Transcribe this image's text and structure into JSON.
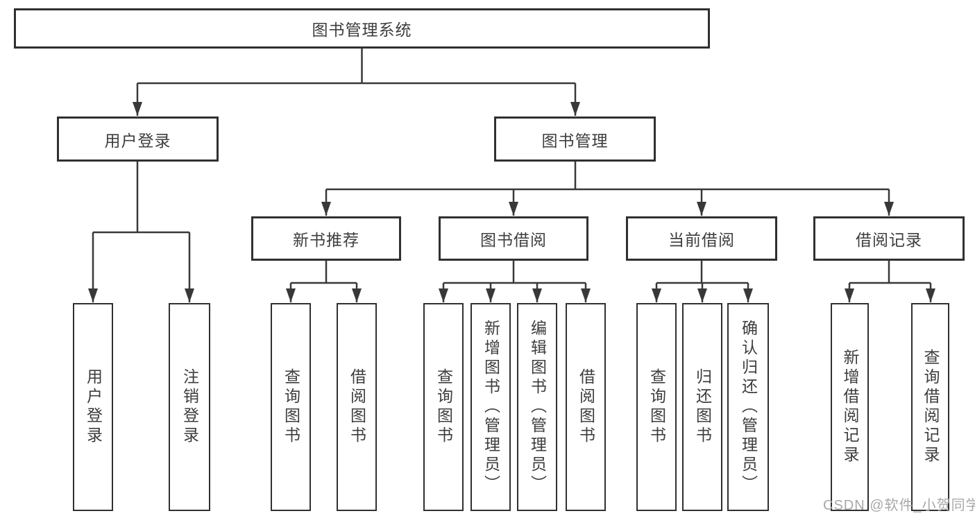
{
  "tree": {
    "root": {
      "label": "图书管理系统",
      "children": [
        {
          "label": "用户登录",
          "children": [
            {
              "label": "用户登录"
            },
            {
              "label": "注销登录"
            }
          ]
        },
        {
          "label": "图书管理",
          "children": [
            {
              "label": "新书推荐",
              "children": [
                {
                  "label": "查询图书"
                },
                {
                  "label": "借阅图书"
                }
              ]
            },
            {
              "label": "图书借阅",
              "children": [
                {
                  "label": "查询图书"
                },
                {
                  "label": "新增图书（管理员）"
                },
                {
                  "label": "编辑图书（管理员）"
                },
                {
                  "label": "借阅图书"
                }
              ]
            },
            {
              "label": "当前借阅",
              "children": [
                {
                  "label": "查询图书"
                },
                {
                  "label": "归还图书"
                },
                {
                  "label": "确认归还（管理员）"
                }
              ]
            },
            {
              "label": "借阅记录",
              "children": [
                {
                  "label": "新增借阅记录"
                },
                {
                  "label": "查询借阅记录"
                }
              ]
            }
          ]
        }
      ]
    }
  },
  "colors": {
    "line": "#383838",
    "border": "#303030",
    "text": "#3d3d3d",
    "watermark": "#a8a8a8"
  },
  "watermark": {
    "text": "CSDN @软件_小贺同学"
  }
}
